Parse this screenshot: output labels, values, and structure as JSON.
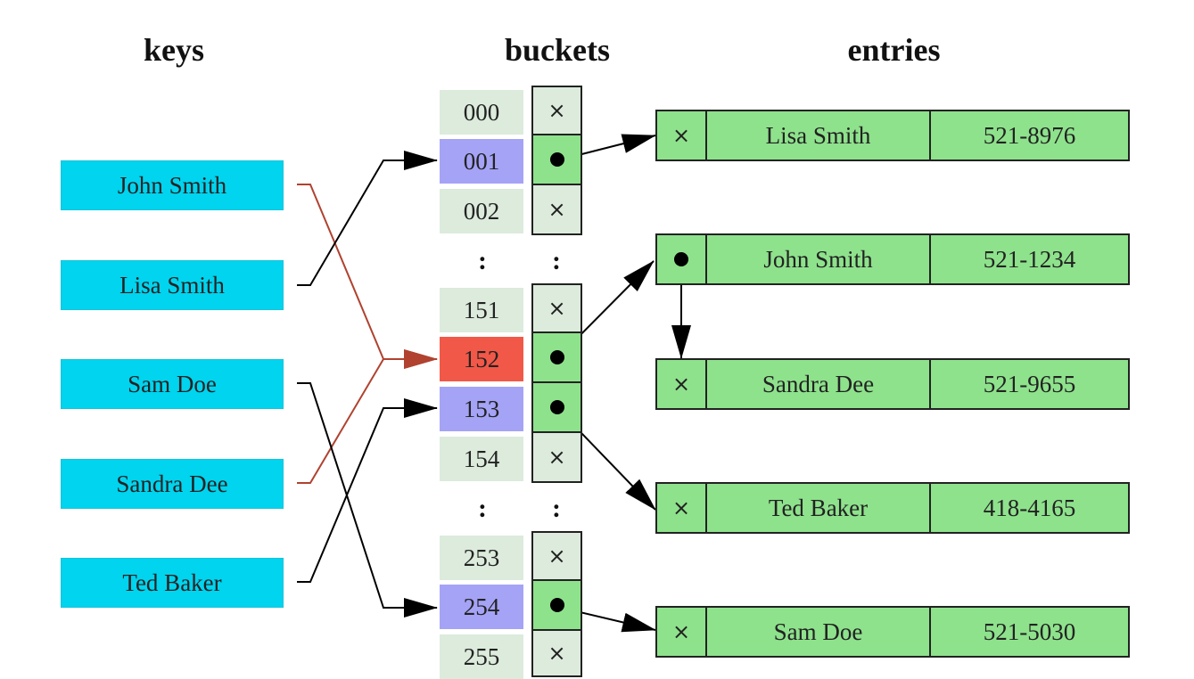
{
  "headings": {
    "keys": "keys",
    "buckets": "buckets",
    "entries": "entries"
  },
  "keys": [
    "John Smith",
    "Lisa Smith",
    "Sam Doe",
    "Sandra Dee",
    "Ted Baker"
  ],
  "buckets": [
    {
      "label": "000",
      "state": "empty"
    },
    {
      "label": "001",
      "state": "used"
    },
    {
      "label": "002",
      "state": "empty"
    },
    {
      "label": "151",
      "state": "empty"
    },
    {
      "label": "152",
      "state": "collision"
    },
    {
      "label": "153",
      "state": "used"
    },
    {
      "label": "154",
      "state": "empty"
    },
    {
      "label": "253",
      "state": "empty"
    },
    {
      "label": "254",
      "state": "used"
    },
    {
      "label": "255",
      "state": "empty"
    }
  ],
  "ellipsis": ":",
  "empty_marker": "×",
  "entries": [
    {
      "pointer": "empty",
      "name": "Lisa Smith",
      "phone": "521-8976"
    },
    {
      "pointer": "next",
      "name": "John Smith",
      "phone": "521-1234"
    },
    {
      "pointer": "empty",
      "name": "Sandra Dee",
      "phone": "521-9655"
    },
    {
      "pointer": "empty",
      "name": "Ted Baker",
      "phone": "418-4165"
    },
    {
      "pointer": "empty",
      "name": "Sam Doe",
      "phone": "521-5030"
    }
  ],
  "colors": {
    "key_box": "#00d4ef",
    "bucket_default": "#dcebdc",
    "bucket_used": "#a5a3f6",
    "bucket_collision": "#f25848",
    "slot_filled": "#8ee28c",
    "entry_box": "#8ee28c",
    "arrow": "#000000",
    "collision_arrow": "#b0422f"
  }
}
